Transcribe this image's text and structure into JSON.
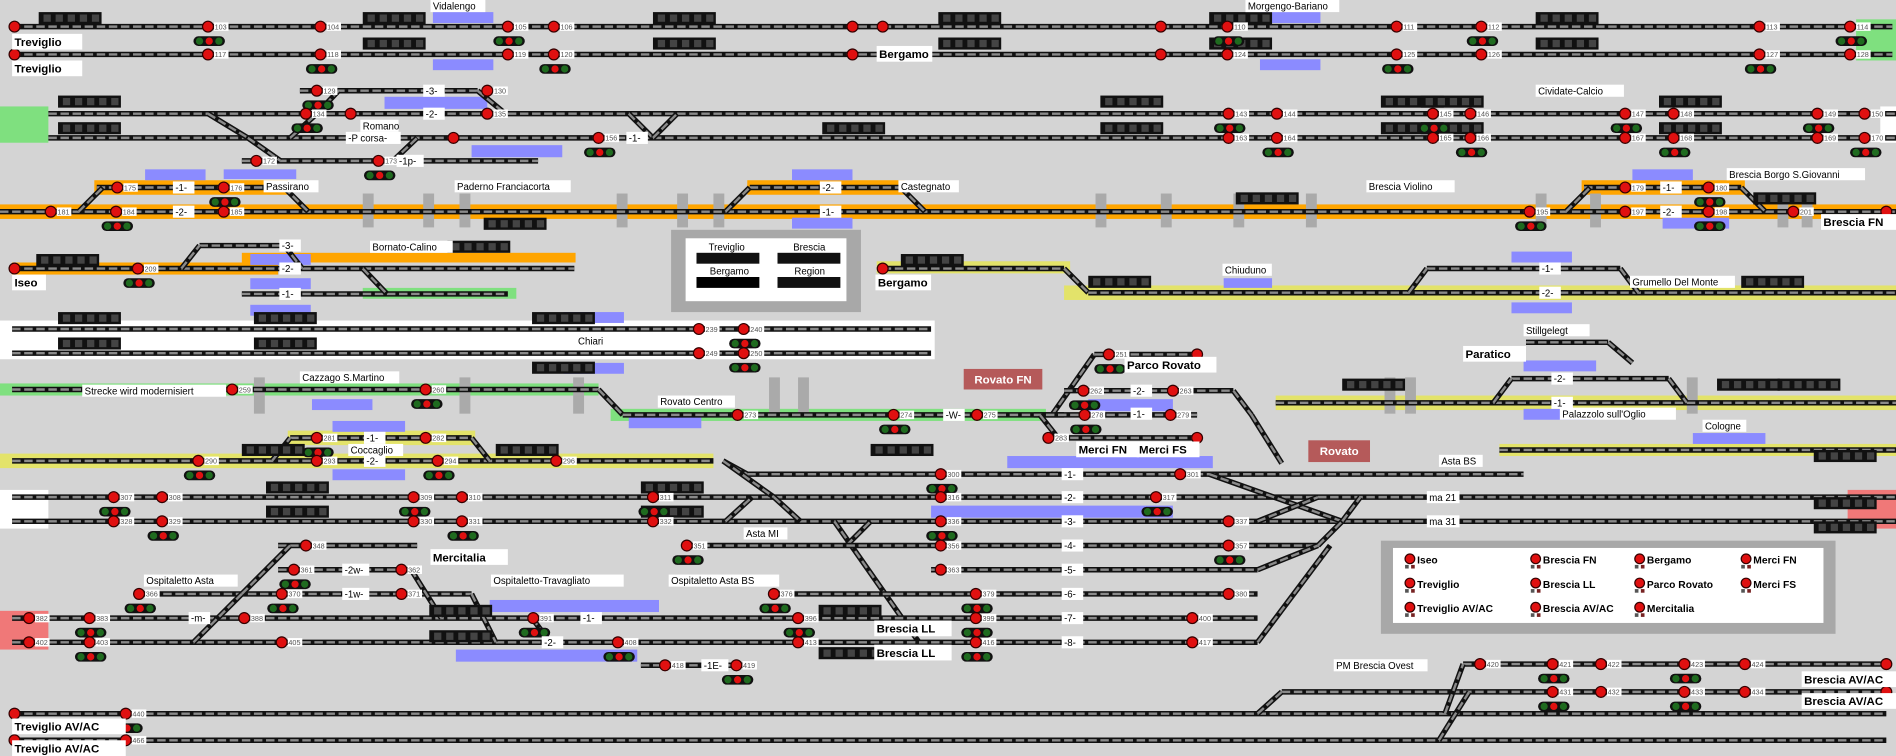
{
  "colors": {
    "background": "#d4d4d4",
    "track": "#111111",
    "track_segment": "#8a8a8a",
    "signal_red": "#e01010",
    "signal_green": "#1f6b1f",
    "highlight_orange": "#ffa500",
    "highlight_yellow": "#e3e36a",
    "highlight_green": "#7fe07f",
    "highlight_red": "#f07878",
    "occupancy_lilac": "#8b8bff",
    "station_box_red": "#b55a5a"
  },
  "stations": [
    {
      "name": "Treviglio",
      "bold": true
    },
    {
      "name": "Treviglio",
      "bold": true
    },
    {
      "name": "Vidalengo",
      "bold": false
    },
    {
      "name": "Bergamo",
      "bold": true
    },
    {
      "name": "Bergamo",
      "bold": true
    },
    {
      "name": "Morgengo-Bariano",
      "bold": false
    },
    {
      "name": "Romano",
      "bold": false
    },
    {
      "name": "Cividate-Calcio",
      "bold": false
    },
    {
      "name": "Passirano",
      "bold": false
    },
    {
      "name": "Paderno Franciacorta",
      "bold": false
    },
    {
      "name": "Castegnato",
      "bold": false
    },
    {
      "name": "Brescia Violino",
      "bold": false
    },
    {
      "name": "Brescia Borgo S.Giovanni",
      "bold": false
    },
    {
      "name": "Brescia FN",
      "bold": true
    },
    {
      "name": "Iseo",
      "bold": true
    },
    {
      "name": "Bornato-Calino",
      "bold": false
    },
    {
      "name": "Chiuduno",
      "bold": false
    },
    {
      "name": "Grumello Del Monte",
      "bold": false
    },
    {
      "name": "Chiari",
      "bold": false
    },
    {
      "name": "Stillgelegt",
      "bold": false
    },
    {
      "name": "Paratico",
      "bold": true
    },
    {
      "name": "Parco Rovato",
      "bold": true
    },
    {
      "name": "Cazzago S.Martino",
      "bold": false
    },
    {
      "name": "Strecke wird modernisiert",
      "bold": false
    },
    {
      "name": "Rovato Centro",
      "bold": false
    },
    {
      "name": "Palazzolo sull'Oglio",
      "bold": false
    },
    {
      "name": "Merci FN",
      "bold": true
    },
    {
      "name": "Merci FS",
      "bold": true
    },
    {
      "name": "Cologne",
      "bold": false
    },
    {
      "name": "Coccaglio",
      "bold": false
    },
    {
      "name": "Asta BS",
      "bold": false
    },
    {
      "name": "Asta MI",
      "bold": false
    },
    {
      "name": "Mercitalia",
      "bold": true
    },
    {
      "name": "Ospitaletto Asta",
      "bold": false
    },
    {
      "name": "Ospitaletto-Travagliato",
      "bold": false
    },
    {
      "name": "Ospitaletto Asta BS",
      "bold": false
    },
    {
      "name": "Brescia LL",
      "bold": true
    },
    {
      "name": "Brescia LL",
      "bold": true
    },
    {
      "name": "PM Brescia Ovest",
      "bold": false
    },
    {
      "name": "Brescia AV/AC",
      "bold": true
    },
    {
      "name": "Brescia AV/AC",
      "bold": true
    },
    {
      "name": "Treviglio AV/AC",
      "bold": true
    },
    {
      "name": "Treviglio AV/AC",
      "bold": true
    }
  ],
  "station_boxes": [
    {
      "name": "Rovato FN"
    },
    {
      "name": "Rovato"
    }
  ],
  "track_labels": [
    "-3-",
    "-2-",
    "-P corsa-",
    "-1-",
    "-1p-",
    "-1-",
    "-2-",
    "-2-",
    "-1-",
    "-1-",
    "-2-",
    "-3-",
    "-2-",
    "-1-",
    "-1-",
    "-2-",
    "-W-",
    "-2-",
    "-1-",
    "-2-",
    "-1-",
    "-1-",
    "-2-",
    "-1-",
    "-2-",
    "-3-",
    "-4-",
    "-5-",
    "-6-",
    "-7-",
    "-8-",
    "ma 21",
    "ma 31",
    "-2w-",
    "-1w-",
    "-m-",
    "-1-",
    "-2-",
    "-1E-"
  ],
  "signals": [
    "103",
    "104",
    "105",
    "106",
    "110",
    "111",
    "112",
    "113",
    "114",
    "117",
    "118",
    "119",
    "120",
    "124",
    "125",
    "126",
    "127",
    "128",
    "129",
    "130",
    "134",
    "135",
    "143",
    "144",
    "145",
    "146",
    "147",
    "148",
    "149",
    "150",
    "156",
    "163",
    "164",
    "165",
    "166",
    "167",
    "168",
    "169",
    "170",
    "172",
    "173",
    "175",
    "176",
    "179",
    "180",
    "181",
    "184",
    "185",
    "195",
    "197",
    "198",
    "201",
    "209",
    "239",
    "240",
    "249",
    "250",
    "259",
    "260",
    "273",
    "274",
    "275",
    "278",
    "279",
    "262",
    "263",
    "251",
    "283",
    "281",
    "282",
    "290",
    "293",
    "294",
    "296",
    "300",
    "301",
    "307",
    "308",
    "309",
    "310",
    "311",
    "316",
    "317",
    "328",
    "329",
    "330",
    "331",
    "332",
    "336",
    "337",
    "351",
    "356",
    "357",
    "363",
    "379",
    "380",
    "399",
    "400",
    "416",
    "417",
    "396",
    "413",
    "376",
    "348",
    "361",
    "362",
    "370",
    "371",
    "366",
    "382",
    "383",
    "388",
    "391",
    "402",
    "403",
    "405",
    "408",
    "418",
    "419",
    "420",
    "421",
    "422",
    "423",
    "424",
    "431",
    "432",
    "433",
    "434",
    "440",
    "466"
  ],
  "route_panel": {
    "labels": [
      "Treviglio",
      "Brescia",
      "Bergamo",
      "Region"
    ]
  },
  "legend": {
    "items": [
      "Iseo",
      "Brescia FN",
      "Bergamo",
      "Merci FN",
      "Treviglio",
      "Brescia LL",
      "Parco Rovato",
      "Merci FS",
      "Treviglio AV/AC",
      "Brescia AV/AC",
      "Mercitalia"
    ]
  }
}
